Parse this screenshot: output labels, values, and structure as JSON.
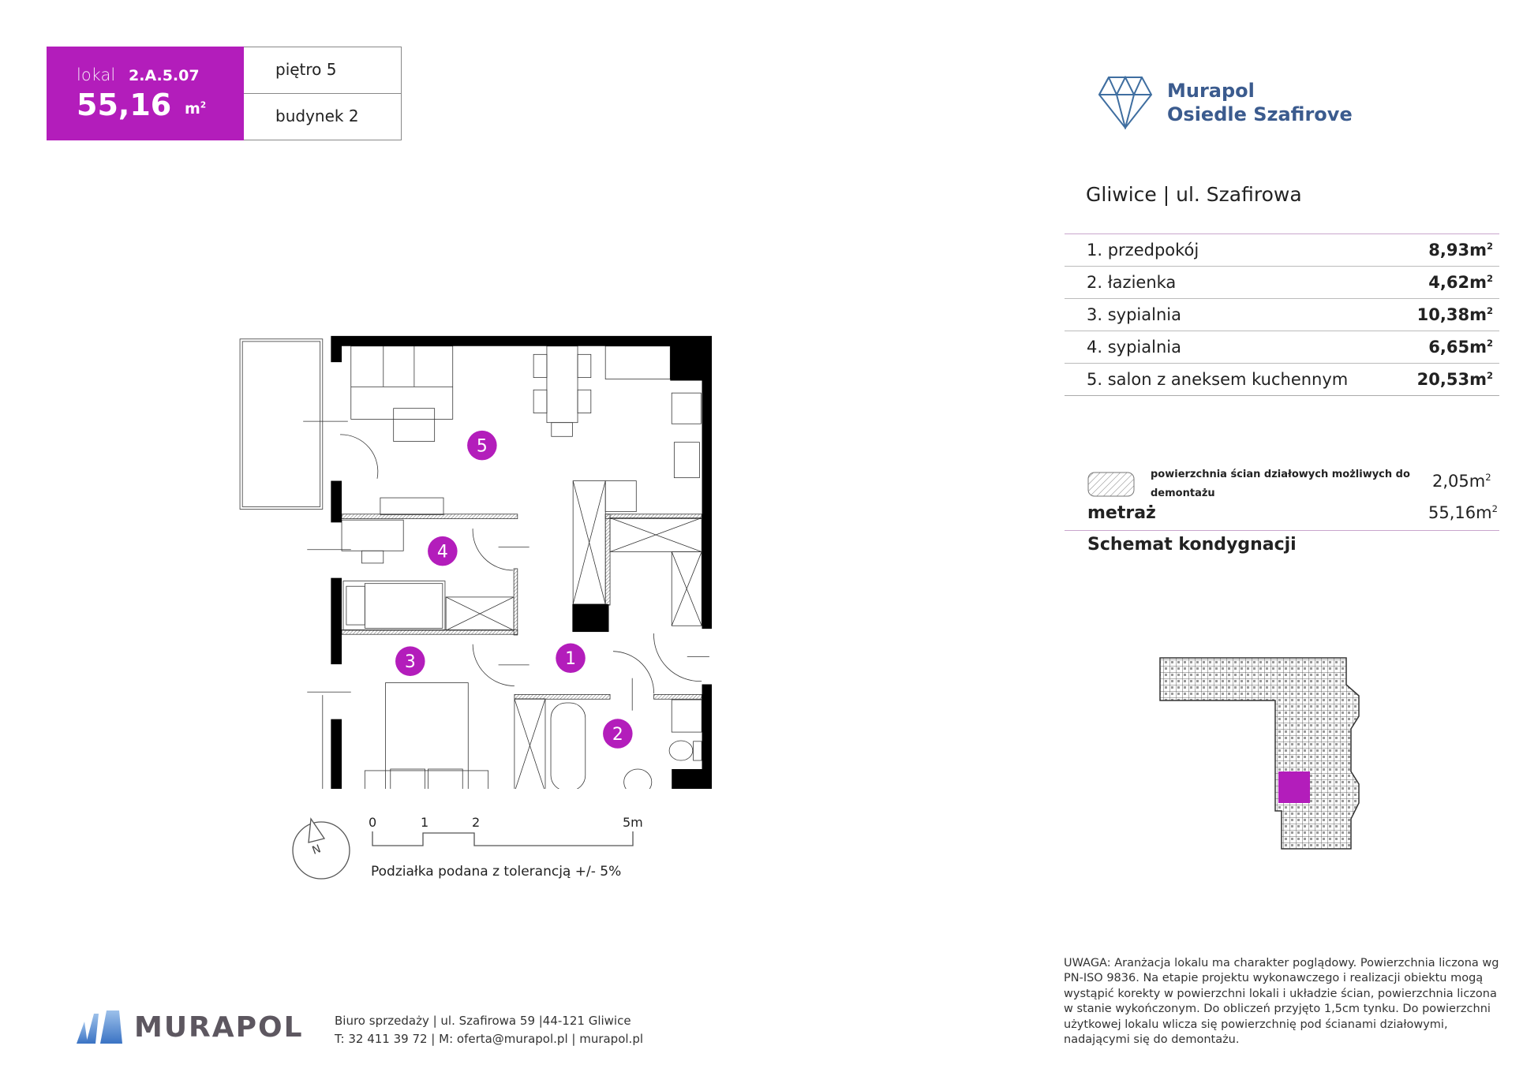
{
  "unit": {
    "label": "lokal",
    "code": "2.A.5.07",
    "area": "55,16",
    "area_unit": "m",
    "floor": "piętro 5",
    "building": "budynek 2"
  },
  "brand": {
    "line1": "Murapol",
    "line2": "Osiedle Szafirove",
    "icon": "diamond-logo-icon"
  },
  "location": "Gliwice | ul. Szafirowa",
  "rooms": [
    {
      "num": "1",
      "name": "1. przedpokój",
      "area": "8,93m"
    },
    {
      "num": "2",
      "name": "2. łazienka",
      "area": "4,62m"
    },
    {
      "num": "3",
      "name": "3. sypialnia",
      "area": "10,38m"
    },
    {
      "num": "4",
      "name": "4. sypialnia",
      "area": "6,65m"
    },
    {
      "num": "5",
      "name": "5. salon z aneksem kuchennym",
      "area": "20,53m"
    }
  ],
  "legend": {
    "text": "powierzchnia ścian działowych możliwych do demontażu",
    "area": "2,05m"
  },
  "total": {
    "label": "metraż",
    "area": "55,16m"
  },
  "schema_title": "Schemat kondygnacji",
  "scale": {
    "ticks": [
      "0",
      "1",
      "2",
      "5m"
    ],
    "note": "Podziałka podana z tolerancją +/- 5%",
    "north": "N"
  },
  "colors": {
    "accent": "#b31dbb",
    "brand": "#3b5b8e"
  },
  "footer": {
    "logo": "MURAPOL",
    "line1": "Biuro sprzedaży | ul. Szafirowa 59 |44-121 Gliwice",
    "line2": "T: 32 411 39 72 | M: oferta@murapol.pl | murapol.pl"
  },
  "disclaimer": "UWAGA: Aranżacja lokalu ma charakter poglądowy. Powierzchnia liczona wg PN-ISO 9836. Na etapie projektu wykonawczego i realizacji obiektu mogą wystąpić korekty w powierzchni lokali i układzie ścian, powierzchnia liczona w stanie wykończonym. Do obliczeń przyjęto 1,5cm tynku. Do powierzchni użytkowej lokalu wlicza się powierzchnię pod ścianami działowymi, nadającymi się do demontażu."
}
